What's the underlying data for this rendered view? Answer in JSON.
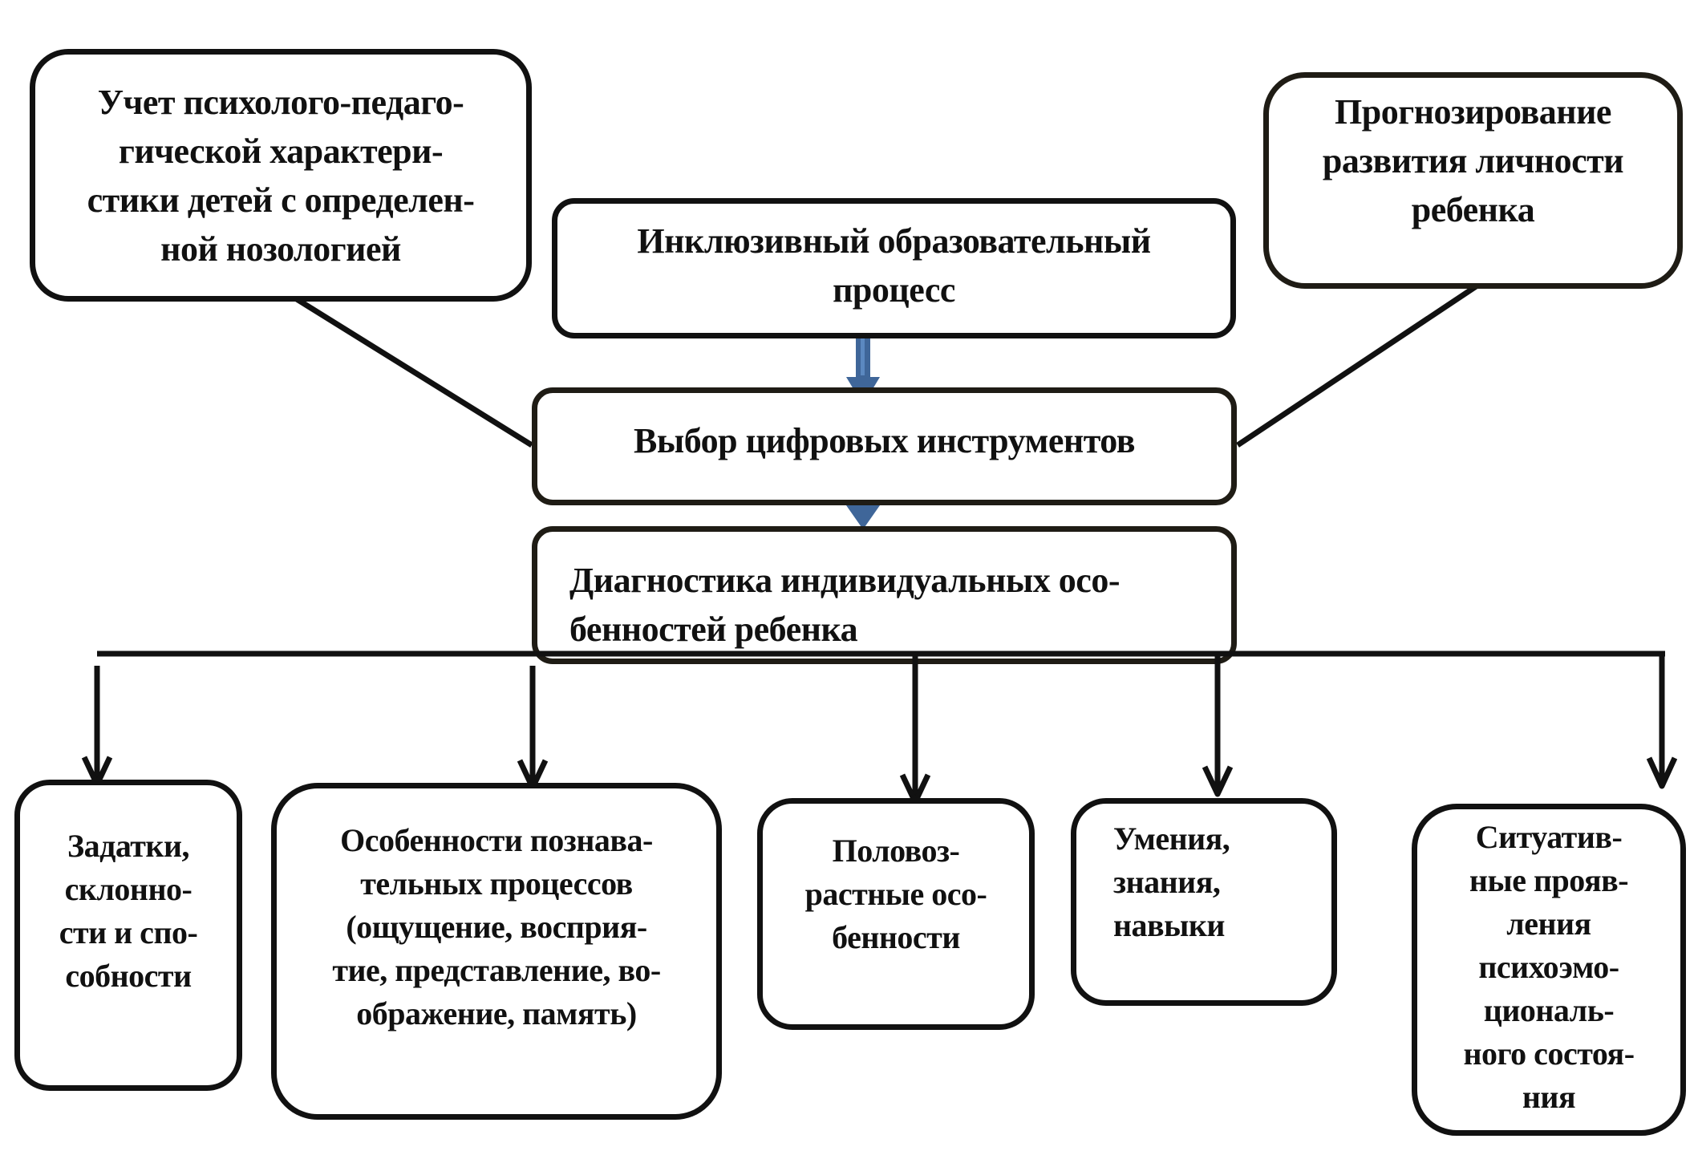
{
  "diagram": {
    "nodes": {
      "accounting": {
        "lines": [
          "Учет психолого-педаго-",
          "гической характери-",
          "стики детей с определен-",
          "ной нозологией"
        ]
      },
      "inclusive_process": {
        "lines": [
          "Инклюзивный образовательный",
          "процесс"
        ]
      },
      "forecasting": {
        "lines": [
          "Прогнозирование",
          "развития личности",
          "ребенка"
        ]
      },
      "tool_choice": {
        "lines": [
          "Выбор цифровых инструментов"
        ]
      },
      "diagnostics": {
        "lines": [
          "Диагностика индивидуальных осо-",
          "бенностей ребенка"
        ]
      },
      "inclinations": {
        "lines": [
          "Задатки,",
          "склонно-",
          "сти и спо-",
          "собности"
        ]
      },
      "cognitive": {
        "lines": [
          "Особенности познава-",
          "тельных процессов",
          "(ощущение, восприя-",
          "тие, представление, во-",
          "ображение, память)"
        ]
      },
      "gender_age": {
        "lines": [
          "Половоз-",
          "растные осо-",
          "бенности"
        ]
      },
      "skills": {
        "lines": [
          "Умения,",
          "знания,",
          "навыки"
        ]
      },
      "situational": {
        "lines": [
          "Ситуатив-",
          "ные прояв-",
          "ления",
          "психоэмо-",
          "циональ-",
          "ного состоя-",
          "ния"
        ]
      }
    },
    "edges": [
      {
        "from": "inclusive_process",
        "to": "tool_choice",
        "style": "block-arrow"
      },
      {
        "from": "tool_choice",
        "to": "diagnostics",
        "style": "block-arrow"
      },
      {
        "from": "tool_choice",
        "to": "accounting",
        "style": "line-arrow"
      },
      {
        "from": "tool_choice",
        "to": "forecasting",
        "style": "line-arrow"
      },
      {
        "from": "diagnostics",
        "to": "inclinations",
        "style": "line-arrow"
      },
      {
        "from": "diagnostics",
        "to": "cognitive",
        "style": "line-arrow"
      },
      {
        "from": "diagnostics",
        "to": "gender_age",
        "style": "line-arrow"
      },
      {
        "from": "diagnostics",
        "to": "skills",
        "style": "line-arrow"
      },
      {
        "from": "diagnostics",
        "to": "situational",
        "style": "line-arrow"
      }
    ],
    "colors": {
      "stroke": "#111111",
      "block_arrow_fill": "#3f6699",
      "block_arrow_highlight": "#5b88c0"
    }
  }
}
